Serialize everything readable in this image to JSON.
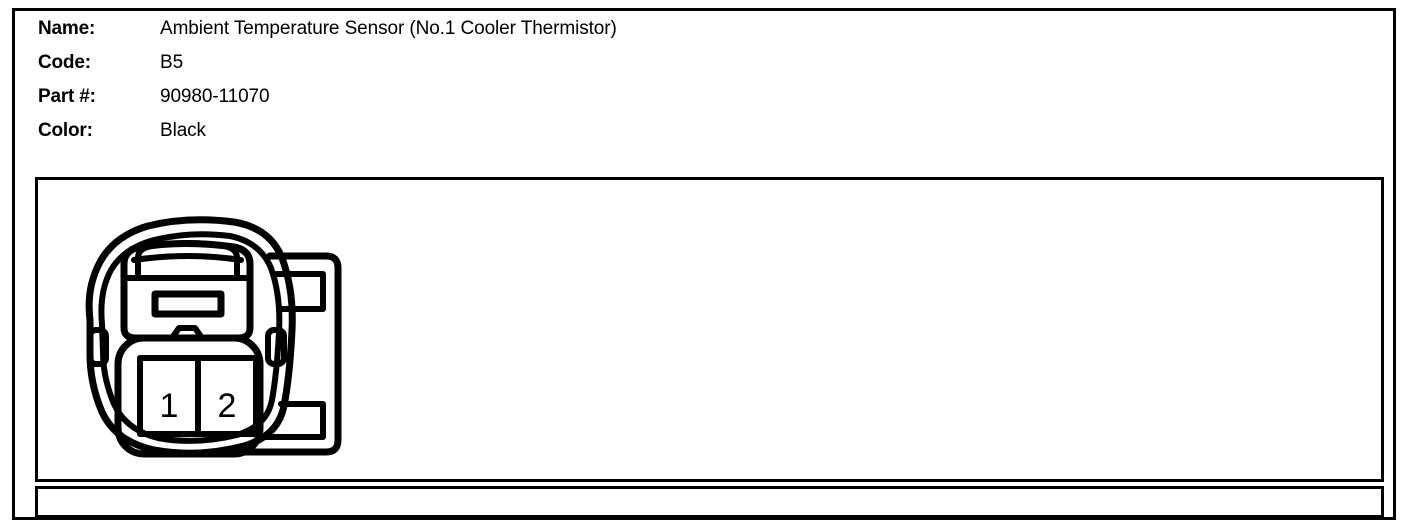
{
  "spec": {
    "rows": [
      {
        "label": "Name:",
        "value": "Ambient Temperature Sensor (No.1 Cooler Thermistor)"
      },
      {
        "label": "Code:",
        "value": "B5"
      },
      {
        "label": "Part #:",
        "value": "90980-11070"
      },
      {
        "label": "Color:",
        "value": "Black"
      }
    ]
  },
  "diagram": {
    "type": "connector-face-view",
    "terminals": [
      {
        "number": "1"
      },
      {
        "number": "2"
      }
    ],
    "terminal_count": 2,
    "line_color": "#000000",
    "fill_color": "#ffffff"
  }
}
